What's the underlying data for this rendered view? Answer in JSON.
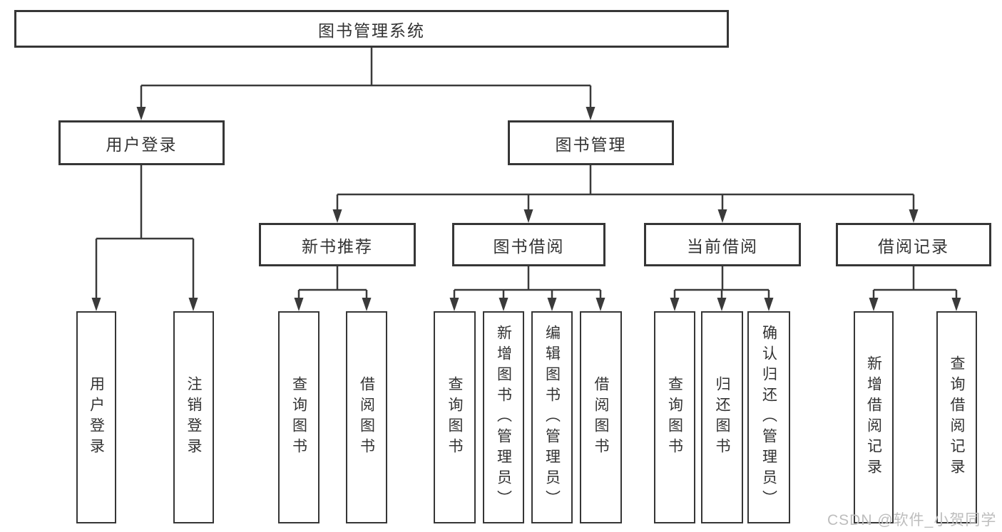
{
  "diagram_title": "图书管理系统",
  "nodes": {
    "root": "图书管理系统",
    "user_login": "用户登录",
    "book_mgmt": "图书管理",
    "new_book_rec": "新书推荐",
    "book_borrow": "图书借阅",
    "current_borrow": "当前借阅",
    "borrow_records": "借阅记录",
    "ul_user_login": "用户登录",
    "ul_logout": "注销登录",
    "nb_query_book": "查询图书",
    "nb_borrow_book": "借阅图书",
    "bb_query_book": "查询图书",
    "bb_add_book": "新增图书（管理员）",
    "bb_edit_book": "编辑图书（管理员）",
    "bb_borrow_book": "借阅图书",
    "cb_query_book": "查询图书",
    "cb_return_book": "归还图书",
    "cb_confirm_return": "确认归还（管理员）",
    "br_add_record": "新增借阅记录",
    "br_query_record": "查询借阅记录"
  },
  "watermark": "CSDN @软件_小贺同学",
  "colors": {
    "line": "#3a3a3a",
    "border": "#363636",
    "text": "#333333",
    "box_bg": "#ffffff",
    "watermark": "#bdbdbd"
  }
}
